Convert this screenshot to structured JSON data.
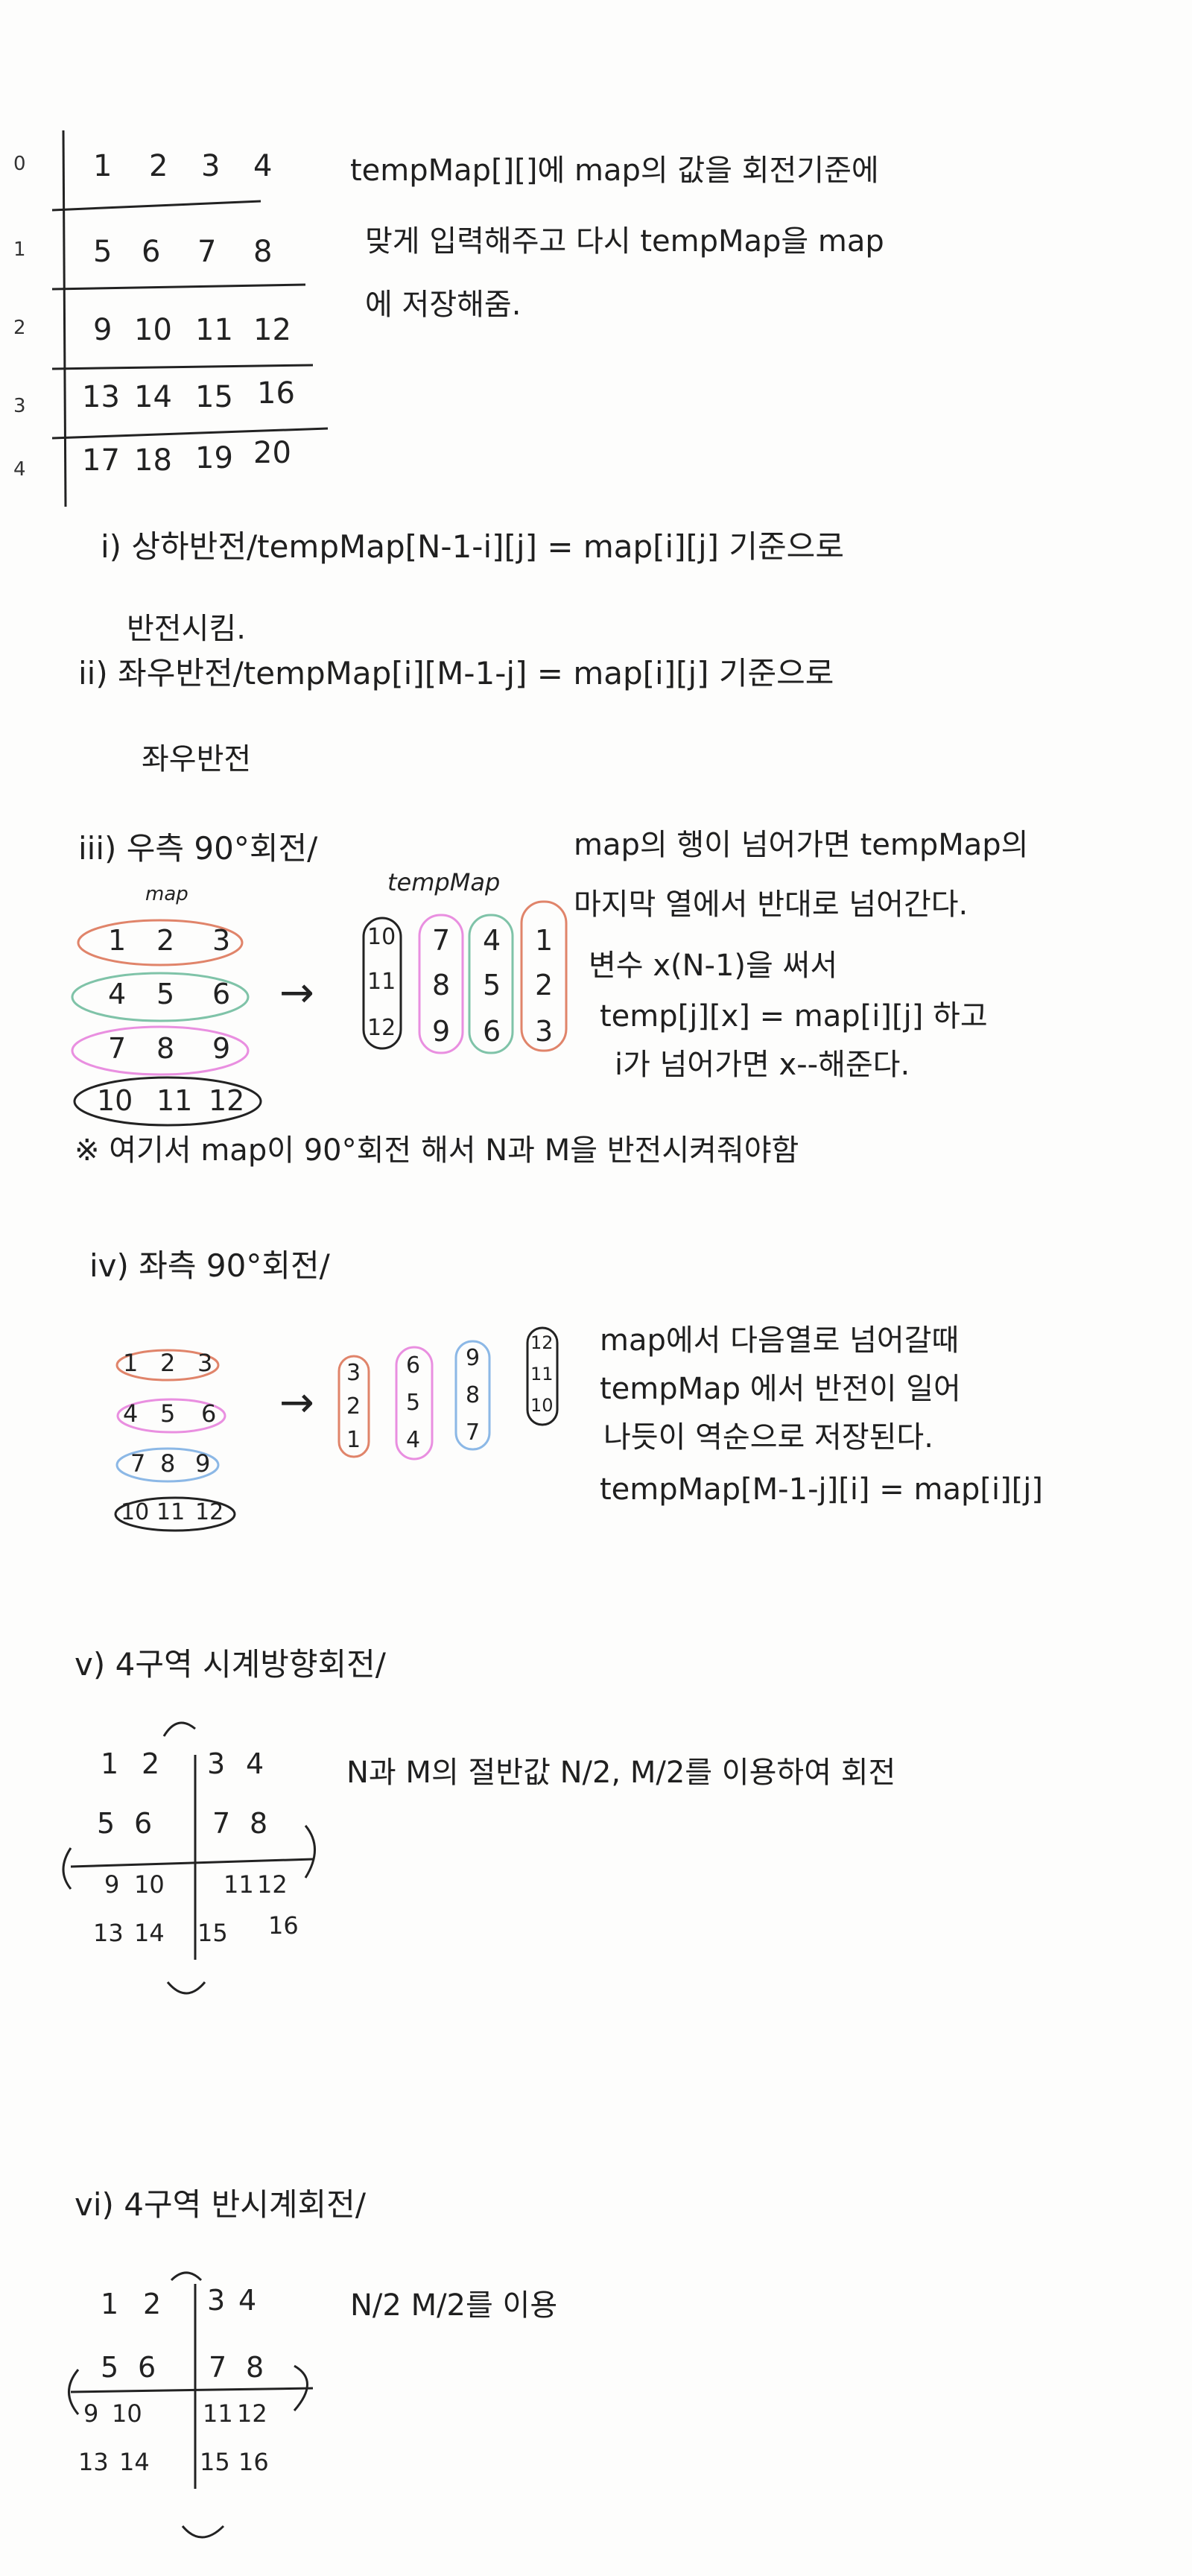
{
  "top_table": {
    "row_indices": [
      "0",
      "1",
      "2",
      "3",
      "4"
    ],
    "rows": [
      [
        "1",
        "2",
        "3",
        "4"
      ],
      [
        "5",
        "6",
        "7",
        "8"
      ],
      [
        "9",
        "10",
        "11",
        "12"
      ],
      [
        "13",
        "14",
        "15",
        "16"
      ],
      [
        "17",
        "18",
        "19",
        "20"
      ]
    ]
  },
  "intro_text": [
    "tempMap[][]에 map의 값을 회전기준에",
    "맞게 입력해주고 다시 tempMap을 map",
    "에 저장해줌."
  ],
  "s1": {
    "heading": "i) 상하반전/tempMap[N-1-i][j] = map[i][j] 기준으로",
    "line2": "반전시킴."
  },
  "s2": {
    "heading": "ii) 좌우반전/tempMap[i][M-1-j] = map[i][j] 기준으로",
    "line2": "좌우반전"
  },
  "s3": {
    "heading": "iii) 우측 90°회전/",
    "map_label": "map",
    "tempmap_label": "tempMap",
    "map_rows": [
      [
        "1",
        "2",
        "3"
      ],
      [
        "4",
        "5",
        "6"
      ],
      [
        "7",
        "8",
        "9"
      ],
      [
        "10",
        "11",
        "12"
      ]
    ],
    "temp_cols": [
      [
        "10",
        "11",
        "12"
      ],
      [
        "7",
        "8",
        "9"
      ],
      [
        "4",
        "5",
        "6"
      ],
      [
        "1",
        "2",
        "3"
      ]
    ],
    "arrow": "→",
    "notes": [
      "map의 행이 넘어가면 tempMap의",
      "마지막 열에서 반대로 넘어간다.",
      "변수 x(N-1)을 써서",
      "temp[j][x] = map[i][j] 하고",
      "i가 넘어가면 x--해준다."
    ],
    "footnote": "※ 여기서 map이 90°회전 해서 N과 M을 반전시켜줘야함"
  },
  "s4": {
    "heading": "iv) 좌측 90°회전/",
    "map_rows": [
      [
        "1",
        "2",
        "3"
      ],
      [
        "4",
        "5",
        "6"
      ],
      [
        "7",
        "8",
        "9"
      ],
      [
        "10",
        "11",
        "12"
      ]
    ],
    "temp_cols": [
      [
        "3",
        "2",
        "1"
      ],
      [
        "6",
        "5",
        "4"
      ],
      [
        "9",
        "8",
        "7"
      ],
      [
        "12",
        "11",
        "10"
      ]
    ],
    "arrow": "→",
    "notes": [
      "map에서 다음열로 넘어갈때",
      "tempMap 에서 반전이 일어",
      "나듯이 역순으로 저장된다.",
      "tempMap[M-1-j][i] = map[i][j]"
    ]
  },
  "s5": {
    "heading": "v) 4구역 시계방향회전/",
    "grid": [
      [
        "1",
        "2",
        "3",
        "4"
      ],
      [
        "5",
        "6",
        "7",
        "8"
      ],
      [
        "9",
        "10",
        "11",
        "12"
      ],
      [
        "13",
        "14",
        "15",
        "16"
      ]
    ],
    "note": "N과 M의 절반값 N/2, M/2를 이용하여 회전"
  },
  "s6": {
    "heading": "vi) 4구역 반시계회전/",
    "grid": [
      [
        "1",
        "2",
        "3",
        "4"
      ],
      [
        "5",
        "6",
        "7",
        "8"
      ],
      [
        "9",
        "10",
        "11",
        "12"
      ],
      [
        "13",
        "14",
        "15",
        "16"
      ]
    ],
    "note": "N/2 M/2를 이용"
  },
  "colors": {
    "ink": "#1f1f1f",
    "orange": "#e0846a",
    "green": "#7fc3a8",
    "pink": "#e98fe0",
    "blue": "#8cb8e6"
  }
}
